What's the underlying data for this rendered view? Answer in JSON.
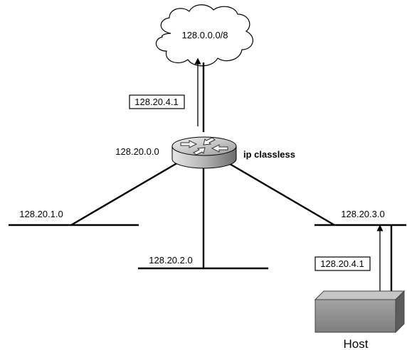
{
  "cloud": {
    "label": "128.0.0.0/8"
  },
  "router": {
    "network_label": "128.20.0.0",
    "command_label": "ip classless"
  },
  "packets": {
    "upper": {
      "label": "128.20.4.1"
    },
    "lower": {
      "label": "128.20.4.1"
    }
  },
  "subnets": [
    {
      "label": "128.20.1.0"
    },
    {
      "label": "128.20.2.0"
    },
    {
      "label": "128.20.3.0"
    }
  ],
  "host": {
    "label": "Host"
  }
}
